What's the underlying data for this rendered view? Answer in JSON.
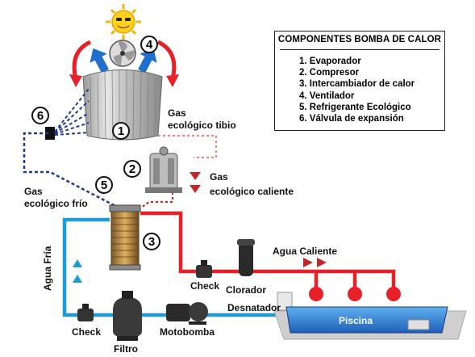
{
  "legend": {
    "title": "COMPONENTES BOMBA DE CALOR",
    "items": [
      "1. Evaporador",
      "2. Compresor",
      "3. Intercambiador de calor",
      "4. Ventilador",
      "5. Refrigerante Ecológico",
      "6. Válvula de expansión"
    ]
  },
  "callouts": [
    "1",
    "2",
    "3",
    "4",
    "5",
    "6"
  ],
  "labels": {
    "gas_tibio_1": "Gas",
    "gas_tibio_2": "ecológico tibio",
    "gas_caliente_1": "Gas",
    "gas_caliente_2": "ecológico caliente",
    "gas_frio_1": "Gas",
    "gas_frio_2": "ecológico frío",
    "agua_caliente": "Agua Caliente",
    "agua_fria": "Agua Fría",
    "check_1": "Check",
    "check_2": "Check",
    "clorador": "Clorador",
    "desnatador": "Desnatador",
    "piscina": "Piscina",
    "filtro": "Filtro",
    "motobomba": "Motobomba"
  },
  "colors": {
    "hot_pipe": "#e8202a",
    "cold_pipe": "#1e9ad6",
    "gas_line": "#233a8c",
    "gas_hot_dotted": "#e88a8a",
    "gas_hot_red": "#c1272d",
    "pool_water": "#2f7fd0"
  },
  "icons": [
    "sun-icon",
    "fan-icon",
    "up-arrow-icon",
    "red-curved-arrow-icon",
    "triangle-down-icon",
    "triangle-right-icon",
    "triangle-up-icon"
  ]
}
